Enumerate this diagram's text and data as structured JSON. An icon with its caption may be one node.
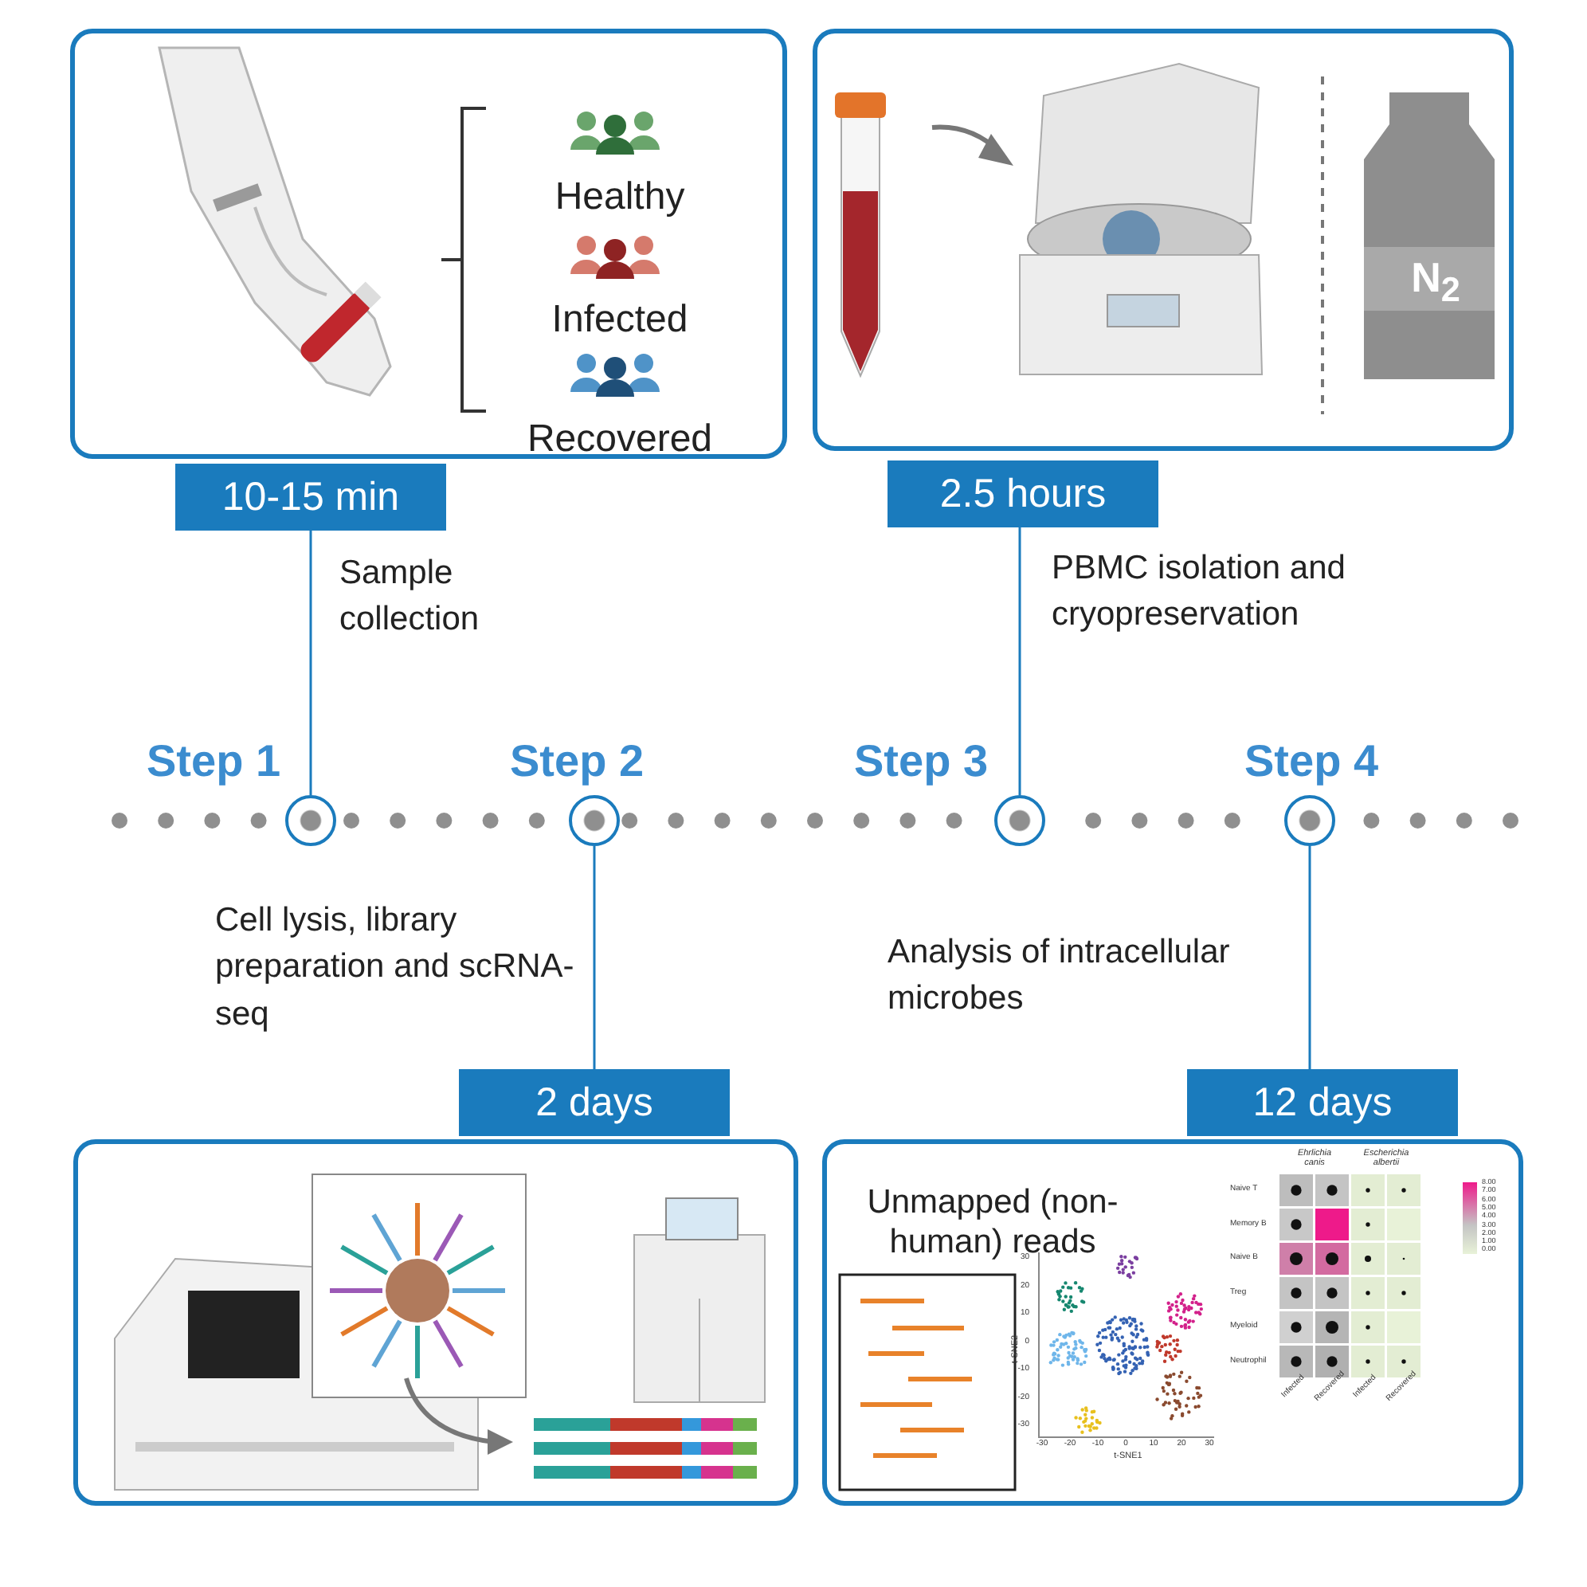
{
  "diagram": {
    "nodes": [
      {
        "text": [
          "Healthy",
          "Infected",
          "Recovered"
        ]
      },
      {
        "text": [
          "N$_{2}$"
        ]
      },
      {
        "text": [
          "10-15 min"
        ],
        "beside": [
          "Sample collection"
        ]
      },
      {
        "text": [
          "2.5 hours"
        ],
        "beside": [
          "PBMC isolation and cryopreservation"
        ]
      },
      {
        "text": [],
        "shape": "circle",
        "beside": [
          "Step 1"
        ]
      },
      {
        "text": [],
        "shape": "circle",
        "beside": [
          "Step 2"
        ]
      },
      {
        "text": [],
        "shape": "circle",
        "beside": [
          "Step 3"
        ]
      },
      {
        "text": [],
        "shape": "circle",
        "beside": [
          "Step 4"
        ]
      },
      {
        "text": [
          "2 days"
        ],
        "beside": [
          "Cell lysis, library preparation and scRNA-seq"
        ]
      },
      {
        "text": [
          "12 days"
        ],
        "beside": [
          "Analysis of intracellular microbes"
        ]
      },
      {
        "text": [],
        "shape": "picture"
      },
      {
        "text": [
          "Unmapped (non-human) reads"
        ]
      }
    ],
    "edges": [
      {
        "from": 2,
        "to": 4,
        "arrow": "none"
      },
      {
        "from": 8,
        "to": 5,
        "arrow": "none"
      },
      {
        "from": 3,
        "to": 6,
        "arrow": "none"
      },
      {
        "from": 9,
        "to": 7,
        "arrow": "none"
      }
    ],
    "labels": [
      "30",
      "20",
      "10",
      "0",
      "-10",
      "-20",
      "-30",
      "t-SNE2",
      "-30",
      "-20",
      "-10",
      "0",
      "10",
      "20",
      "30",
      "t-SNE1",
      "Ehrlichia canis",
      "Escherichia albertii",
      "Naive T",
      "Memory B",
      "Naive B",
      "Treg",
      "Myeloid",
      "Neutrophil",
      "Infected",
      "Recovered",
      "Infected",
      "Recovered",
      "8.00",
      "7.00",
      "6.00",
      "5.00",
      "4.00",
      "3.00",
      "2.00",
      "1.00",
      "0.00"
    ]
  }
}
